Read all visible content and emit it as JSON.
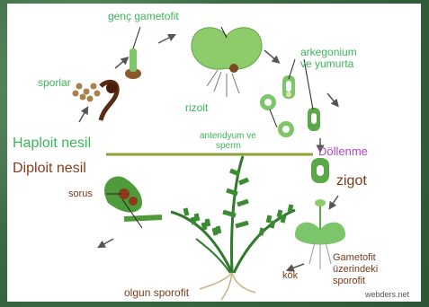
{
  "labels": {
    "genc_gametofit": "genç gametofit",
    "sporlar": "sporlar",
    "rizoit": "rizoit",
    "arkegonium": "arkegonium",
    "ve_yumurta": "ve yumurta",
    "anteridyum_ve": "anteridyum ve",
    "sperm": "sperm",
    "haploit_nesil": "Haploit nesil",
    "dollenme": "Döllenme",
    "diploit_nesil": "Diploit nesil",
    "zigot": "zigot",
    "sorus": "sorus",
    "kok": "kök",
    "olgun_sporofit": "olgun sporofit",
    "gametofit": "Gametofit",
    "uzerindeki": "üzerindeki",
    "sporofit": "sporofit",
    "watermark": "webders.net"
  },
  "colors": {
    "haploid": "#3db55a",
    "diploid": "#8b3a1a",
    "fertilization": "#b044c8",
    "divider": "#8aa23a"
  }
}
